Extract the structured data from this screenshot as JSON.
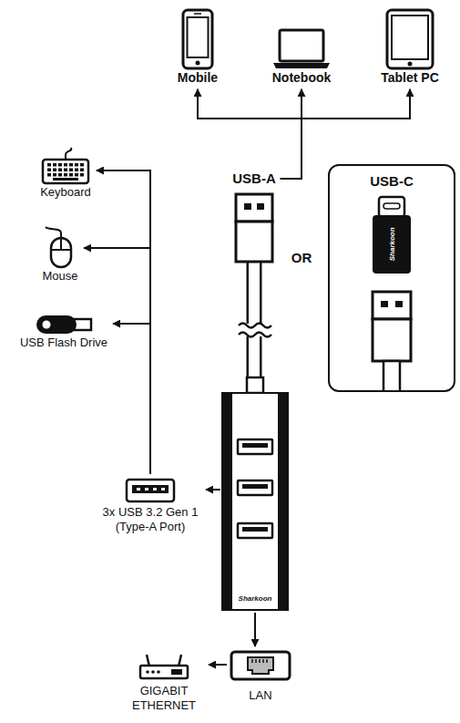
{
  "diagram": {
    "nodes": [
      {
        "text": [
          "Mobile"
        ]
      },
      {
        "text": [
          "Notebook"
        ]
      },
      {
        "text": [
          "Tablet PC"
        ]
      },
      {
        "text": [
          "Keyboard"
        ]
      },
      {
        "text": [
          "Mouse"
        ]
      },
      {
        "text": [
          "USB Flash Drive"
        ]
      },
      {
        "text": [
          "USB-A"
        ]
      },
      {
        "text": [
          "USB-C"
        ]
      },
      {
        "text": [
          "Sharkoon"
        ]
      },
      {
        "text": [
          "3x USB 3.2 Gen 1 (Type-A Port)"
        ]
      },
      {
        "text": [
          "LAN"
        ]
      },
      {
        "text": [
          "GIGABIT ETHERNET"
        ]
      }
    ],
    "edges": [
      {
        "from": 6,
        "to": 0,
        "arrow": "to"
      },
      {
        "from": 6,
        "to": 1,
        "arrow": "to"
      },
      {
        "from": 6,
        "to": 2,
        "arrow": "to"
      },
      {
        "from": 6,
        "to": 8,
        "arrow": "none"
      },
      {
        "from": 8,
        "to": 9,
        "arrow": "to"
      },
      {
        "from": 9,
        "to": 3,
        "arrow": "to"
      },
      {
        "from": 9,
        "to": 4,
        "arrow": "to"
      },
      {
        "from": 9,
        "to": 5,
        "arrow": "to"
      },
      {
        "from": 8,
        "to": 10,
        "arrow": "to"
      },
      {
        "from": 10,
        "to": 11,
        "arrow": "to"
      }
    ],
    "labels": [
      "OR",
      "Sharkoon"
    ]
  }
}
